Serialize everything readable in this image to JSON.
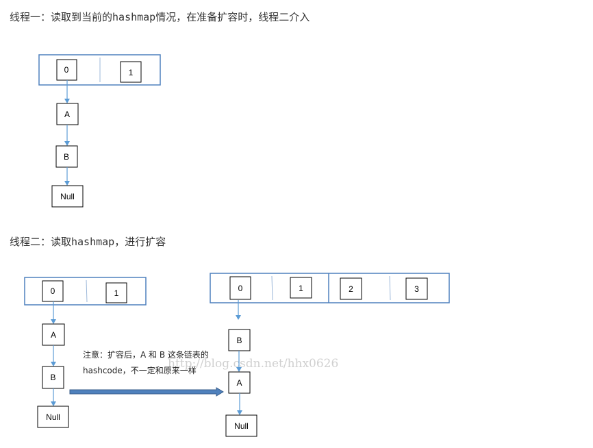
{
  "headings": {
    "thread1": "线程一：读取到当前的hashmap情况，在准备扩容时，线程二介入",
    "thread2": "线程二：读取hashmap，进行扩容"
  },
  "diagram1": {
    "buckets": [
      "0",
      "1"
    ],
    "chain": [
      "A",
      "B",
      "Null"
    ]
  },
  "diagram2": {
    "buckets": [
      "0",
      "1"
    ],
    "chain": [
      "A",
      "B",
      "Null"
    ]
  },
  "diagram3": {
    "buckets": [
      "0",
      "1",
      "2",
      "3"
    ],
    "chain": [
      "B",
      "A",
      "Null"
    ]
  },
  "note": {
    "line1": "注意：扩容后，A 和 B 这条链表的",
    "line2": "hashcode，不一定和原来一样"
  },
  "watermark": "http://blog.csdn.net/hhx0626",
  "colors": {
    "container_border": "#4f81bd",
    "arrow": "#5b9bd5",
    "big_arrow_fill": "#4f81bd",
    "big_arrow_stroke": "#385d8a",
    "box_border": "#000000"
  }
}
